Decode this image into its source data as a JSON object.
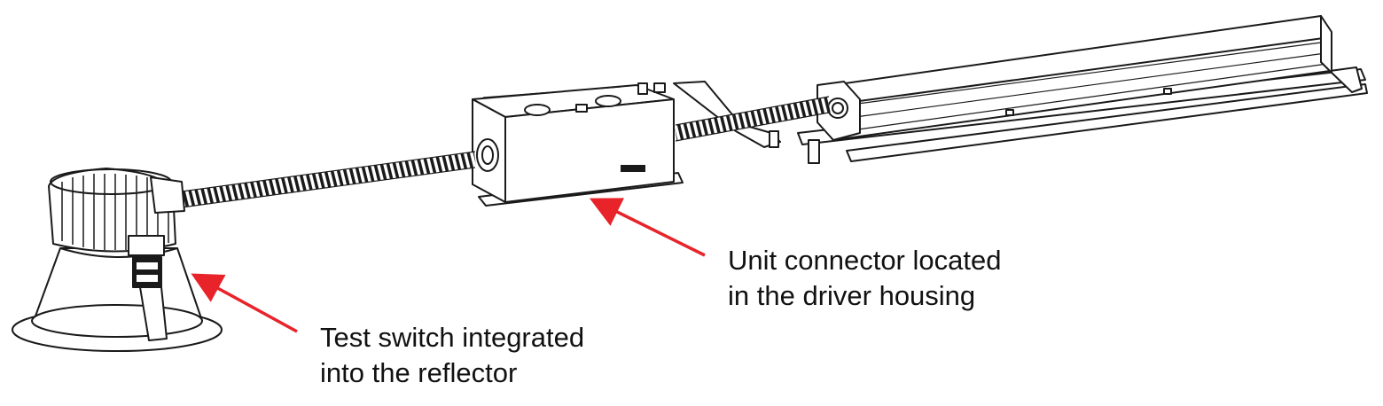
{
  "diagram": {
    "callouts": [
      {
        "lines": [
          "Unit connector located",
          "in the driver housing"
        ]
      },
      {
        "lines": [
          "Test switch integrated",
          "into the reflector"
        ]
      }
    ],
    "colors": {
      "arrow": "#e8232a",
      "line_art": "#1a1a1a",
      "text": "#111111",
      "background": "#ffffff"
    }
  }
}
